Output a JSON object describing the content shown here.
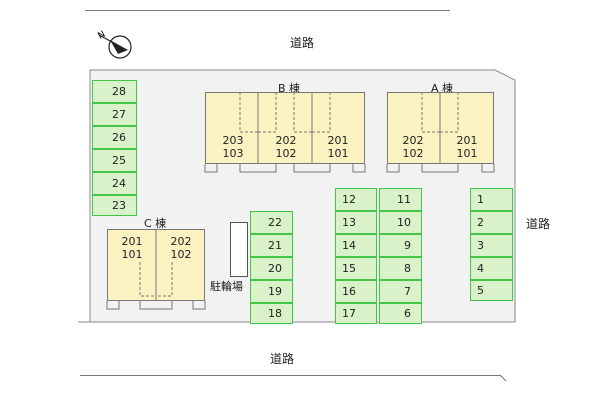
{
  "roads": {
    "north": "道路",
    "east": "道路",
    "south": "道路"
  },
  "compass": {
    "label": "N",
    "icon": "north-arrow-icon"
  },
  "buildings": {
    "B": {
      "label": "B 棟",
      "units": [
        [
          "203",
          "103"
        ],
        [
          "202",
          "102"
        ],
        [
          "201",
          "101"
        ]
      ]
    },
    "A": {
      "label": "A 棟",
      "units": [
        [
          "202",
          "102"
        ],
        [
          "201",
          "101"
        ]
      ]
    },
    "C": {
      "label": "C 棟",
      "units": [
        [
          "201",
          "101"
        ],
        [
          "202",
          "102"
        ]
      ]
    }
  },
  "bike_parking": "駐輪場",
  "spots": {
    "west_column": [
      "28",
      "27",
      "26",
      "25",
      "24",
      "23"
    ],
    "center_left": [
      "22",
      "21",
      "20",
      "19",
      "18"
    ],
    "center_mid": [
      "12",
      "13",
      "14",
      "15",
      "16",
      "17"
    ],
    "center_right": [
      "11",
      "10",
      "9",
      "8",
      "7",
      "6"
    ],
    "east_column": [
      "1",
      "2",
      "3",
      "4",
      "5"
    ]
  },
  "colors": {
    "spot_fill": "#d9f2c9",
    "spot_border": "#42c548",
    "building_fill": "#fbf2c2",
    "lot_fill": "#f2f2f2"
  }
}
